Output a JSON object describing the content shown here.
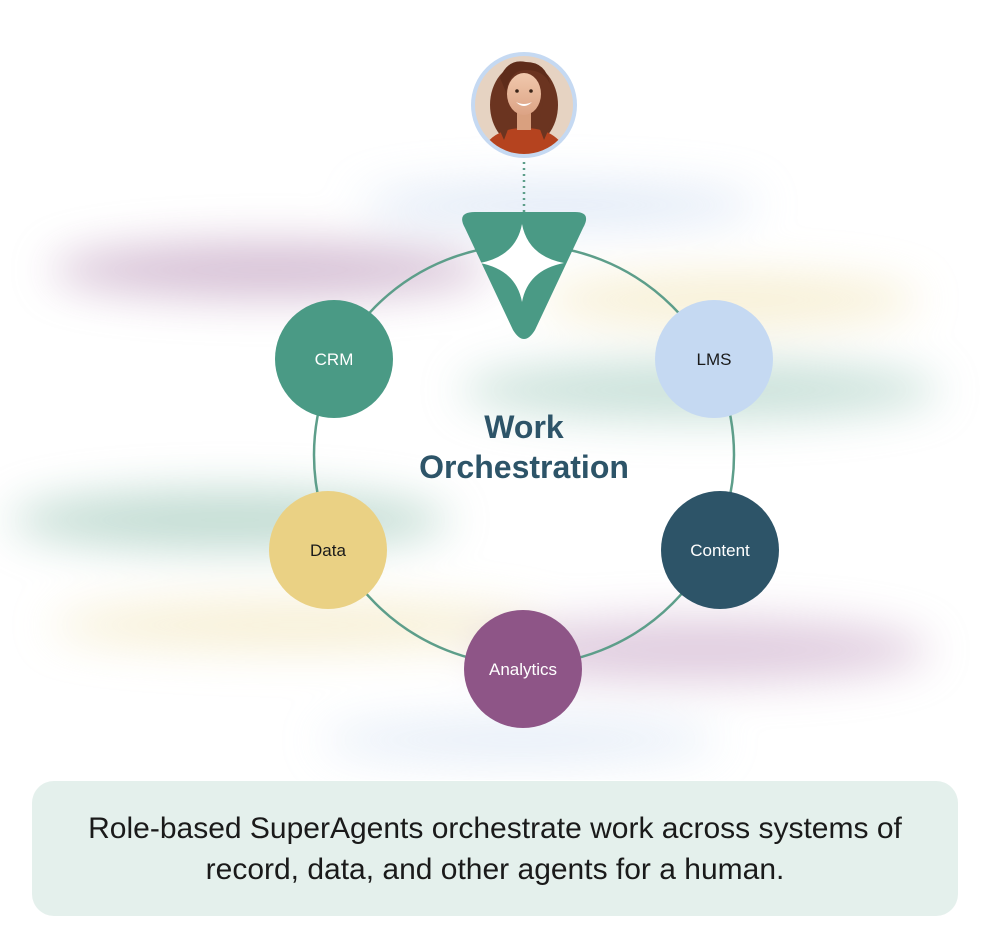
{
  "diagram": {
    "center_title_line1": "Work",
    "center_title_line2": "Orchestration",
    "hub_icon": "sparkle-star-icon",
    "human_avatar": "human-avatar-portrait",
    "nodes": [
      {
        "key": "crm",
        "label": "CRM",
        "fill": "#4a9a85",
        "text_color": "#ffffff"
      },
      {
        "key": "lms",
        "label": "LMS",
        "fill": "#c5d9f2",
        "text_color": "#1a1a1a"
      },
      {
        "key": "content",
        "label": "Content",
        "fill": "#2d5468",
        "text_color": "#ffffff"
      },
      {
        "key": "analytics",
        "label": "Analytics",
        "fill": "#8e5587",
        "text_color": "#ffffff"
      },
      {
        "key": "data",
        "label": "Data",
        "fill": "#ead184",
        "text_color": "#1a1a1a"
      }
    ],
    "colors": {
      "ring": "#5d9e8a",
      "hub": "#4a9a85",
      "title": "#2d5468",
      "avatar_border": "#c5d9f2"
    }
  },
  "caption": {
    "text": "Role-based SuperAgents orchestrate work across systems of record, data, and other agents for a human.",
    "background": "#e4f0ec"
  }
}
